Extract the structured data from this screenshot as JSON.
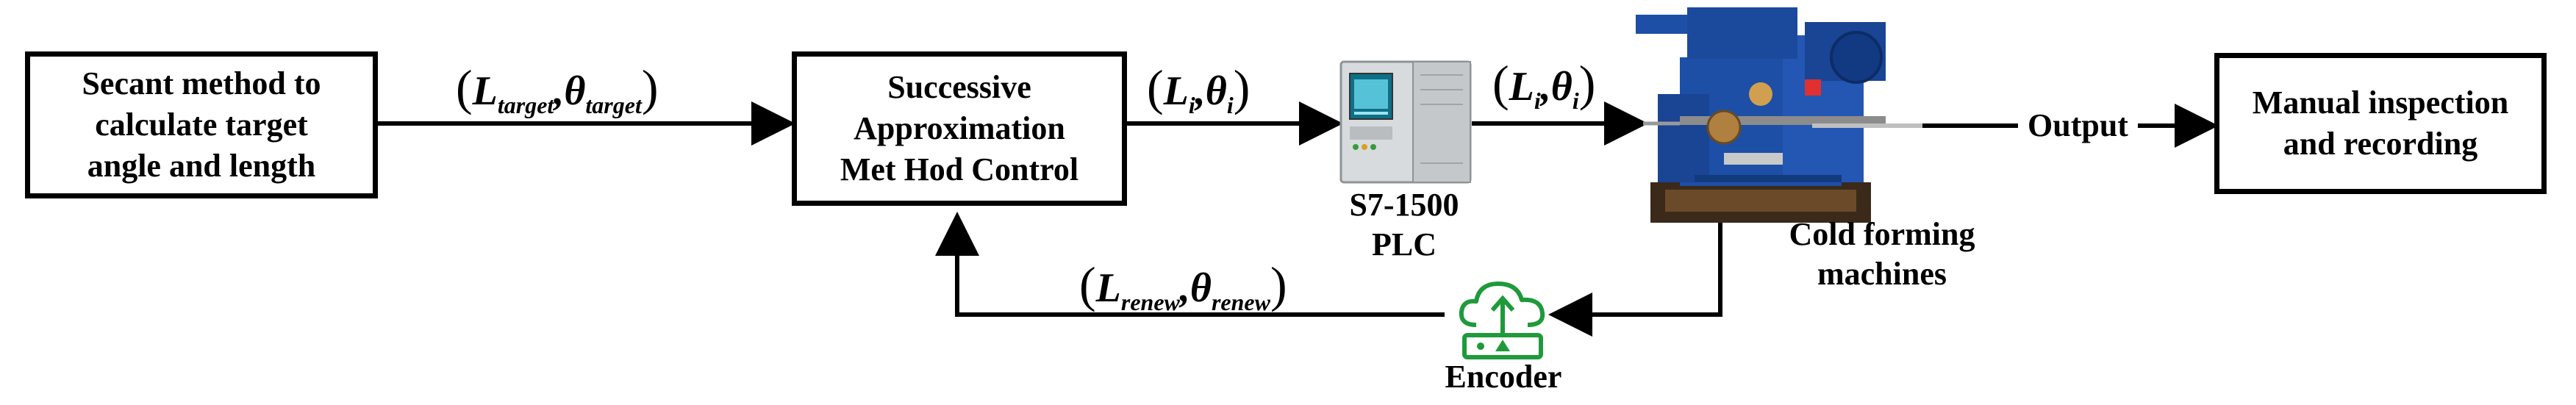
{
  "blocks": {
    "secant": "Secant method to\ncalculate target\nangle and length",
    "sam": "Successive\nApproximation\nMet Hod Control",
    "manual": "Manual inspection\nand recording"
  },
  "labels": {
    "plc": "S7-1500\nPLC",
    "machine": "Cold forming\nmachines",
    "output": "Output",
    "encoder": "Encoder"
  },
  "signals": {
    "target": {
      "L": "L",
      "L_sub": "target",
      "theta": "θ",
      "theta_sub": "target"
    },
    "command": {
      "L": "L",
      "L_sub": "i",
      "theta": "θ",
      "theta_sub": "i"
    },
    "plc_out": {
      "L": "L",
      "L_sub": "i",
      "theta": "θ",
      "theta_sub": "i"
    },
    "feedback": {
      "L": "L",
      "L_sub": "renew",
      "theta": "θ",
      "theta_sub": "renew"
    }
  },
  "icons": {
    "plc": "plc-device-icon",
    "machine": "cold-forming-machine-image",
    "encoder": "cloud-encoder-icon"
  },
  "colors": {
    "encoder_green": "#1f9a3a",
    "machine_blue": "#1d4fa6"
  }
}
